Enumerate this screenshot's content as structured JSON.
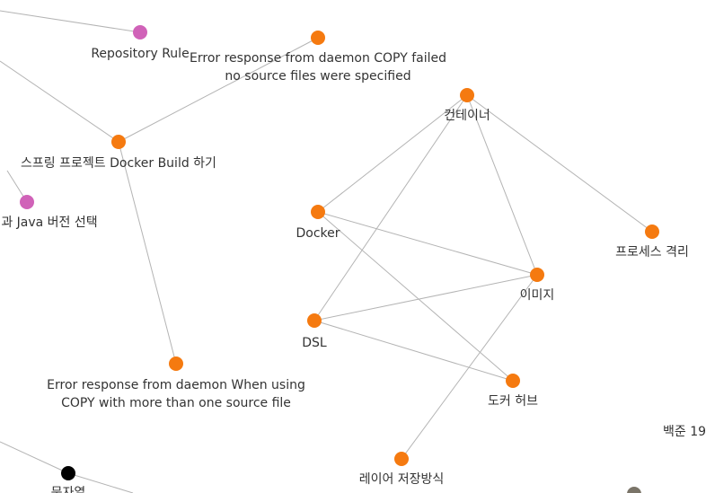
{
  "graph": {
    "colors": {
      "orange": "#f57a10",
      "pink": "#d062b8",
      "black": "#000000",
      "gray": "#7a7468",
      "edge": "#b4b4b4",
      "label": "#333333"
    },
    "nodes": [
      {
        "id": "repository-rule",
        "color": "pink",
        "lines": [
          "Repository Rule"
        ]
      },
      {
        "id": "copy-failed",
        "color": "orange",
        "lines": [
          "Error response from daemon COPY failed",
          "no source files were specified"
        ]
      },
      {
        "id": "spring-docker-build",
        "color": "orange",
        "lines": [
          "스프링 프로젝트 Docker Build 하기"
        ]
      },
      {
        "id": "java-version",
        "color": "pink",
        "lines": [
          "과 Java 버전 선택"
        ]
      },
      {
        "id": "copy-multiple",
        "color": "orange",
        "lines": [
          "Error response from daemon When using",
          "COPY with more than one source file"
        ]
      },
      {
        "id": "container",
        "color": "orange",
        "lines": [
          "컨테이너"
        ]
      },
      {
        "id": "docker",
        "color": "orange",
        "lines": [
          "Docker"
        ]
      },
      {
        "id": "process-isolation",
        "color": "orange",
        "lines": [
          "프로세스 격리"
        ]
      },
      {
        "id": "image",
        "color": "orange",
        "lines": [
          "이미지"
        ]
      },
      {
        "id": "dsl",
        "color": "orange",
        "lines": [
          "DSL"
        ]
      },
      {
        "id": "docker-hub",
        "color": "orange",
        "lines": [
          "도커 허브"
        ]
      },
      {
        "id": "layer-storage",
        "color": "orange",
        "lines": [
          "레이어 저장방식"
        ]
      },
      {
        "id": "string",
        "color": "black",
        "lines": [
          "문자열"
        ]
      },
      {
        "id": "baekjoon",
        "color": "",
        "lines": [
          "백준 19"
        ]
      },
      {
        "id": "partial-node",
        "color": "gray",
        "lines": []
      }
    ],
    "edges": [
      [
        "repository-rule",
        "offscreen-top-left"
      ],
      [
        "copy-failed",
        "spring-docker-build"
      ],
      [
        "spring-docker-build",
        "offscreen-left"
      ],
      [
        "spring-docker-build",
        "copy-multiple"
      ],
      [
        "java-version",
        "offscreen-left-2"
      ],
      [
        "container",
        "docker"
      ],
      [
        "container",
        "dsl"
      ],
      [
        "container",
        "image"
      ],
      [
        "container",
        "process-isolation"
      ],
      [
        "docker",
        "image"
      ],
      [
        "docker",
        "docker-hub"
      ],
      [
        "dsl",
        "image"
      ],
      [
        "dsl",
        "docker-hub"
      ],
      [
        "image",
        "layer-storage"
      ],
      [
        "string",
        "offscreen-left-3"
      ],
      [
        "string",
        "offscreen-bottom"
      ]
    ]
  }
}
